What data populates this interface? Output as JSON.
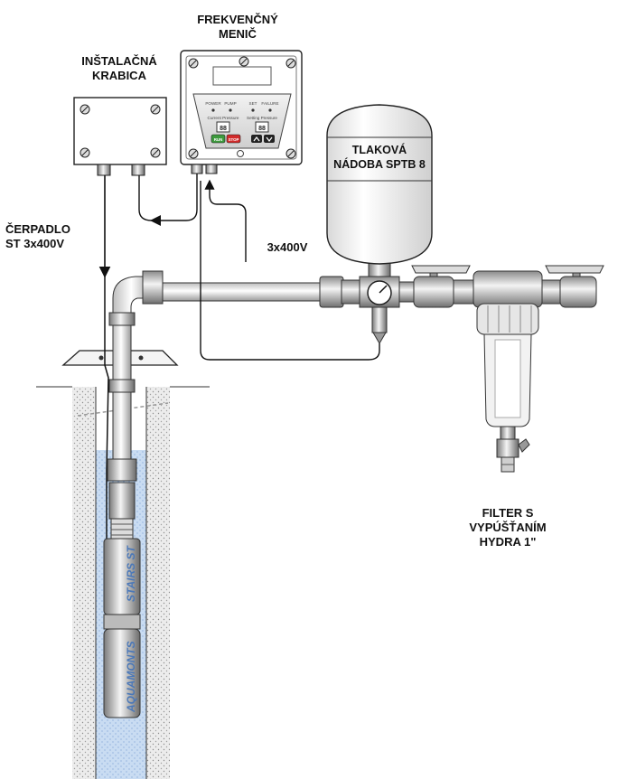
{
  "labels": {
    "inverter": [
      "FREKVENČNÝ",
      "MENIČ"
    ],
    "junction_box": [
      "INŠTALAČNÁ",
      "KRABICA"
    ],
    "pump": [
      "ČERPADLO",
      "ST 3x400V"
    ],
    "tank": [
      "TLAKOVÁ",
      "NÁDOBA SPTB 8"
    ],
    "voltage": "3x400V",
    "filter": [
      "FILTER S",
      "VYPÚŠŤANÍM",
      "HYDRA 1\""
    ]
  },
  "panel": {
    "led_power": "POWER",
    "led_pump": "PUMP",
    "led_set": "SET",
    "led_failure": "FAILURE",
    "current_pressure": "Current Pressure",
    "setting_pressure": "Setting Pressure",
    "display_value": "88",
    "run": "RUN",
    "stop": "STOP"
  },
  "pump_text": {
    "upper": "STAIRS ST",
    "lower": "AQUAMONTS"
  },
  "colors": {
    "water": "#c9dcf2",
    "water_dots": "#7aa0d4",
    "ground": "#e6e6e6",
    "pump_text": "#4b78b8",
    "run_button": "#3d9a3d",
    "stop_button": "#d22a2a"
  }
}
